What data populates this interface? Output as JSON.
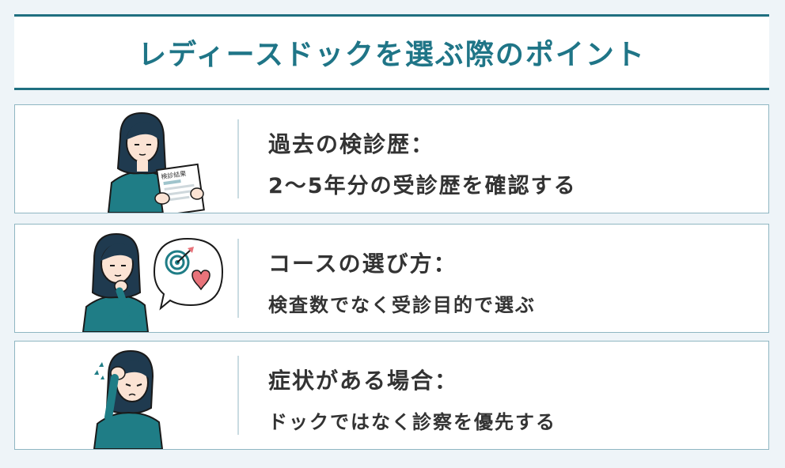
{
  "title": "レディースドックを選ぶ際のポイント",
  "points": [
    {
      "heading": "過去の検診歴：",
      "sub": "2～5年分の受診歴を確認する",
      "illustration": "woman-reading-results-icon",
      "sheet_label": "検診結果"
    },
    {
      "heading": "コースの選び方：",
      "sub": "検査数でなく受診目的で選ぶ",
      "illustration": "woman-thinking-target-heart-icon"
    },
    {
      "heading": "症状がある場合：",
      "sub": "ドックではなく診察を優先する",
      "illustration": "woman-worried-icon"
    }
  ],
  "colors": {
    "accent": "#1f7587",
    "card_border": "#8fb6c2",
    "background": "#eef4f8",
    "shirt": "#1f7d86",
    "heart": "#e8737a"
  }
}
